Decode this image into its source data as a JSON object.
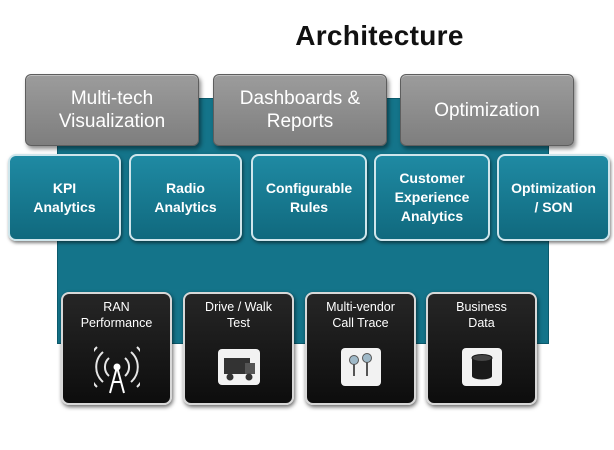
{
  "title": "Architecture",
  "top_row": [
    {
      "label": "Multi-tech\nVisualization"
    },
    {
      "label": "Dashboards &\nReports"
    },
    {
      "label": "Optimization"
    }
  ],
  "analytics_row": [
    {
      "label": "KPI\nAnalytics"
    },
    {
      "label": "Radio\nAnalytics"
    },
    {
      "label": "Configurable\nRules"
    },
    {
      "label": "Customer\nExperience\nAnalytics"
    },
    {
      "label": "Optimization\n/ SON"
    }
  ],
  "data_sources": [
    {
      "label": "RAN\nPerformance",
      "icon": "antenna-icon"
    },
    {
      "label": "Drive / Walk\nTest",
      "icon": "truck-icon"
    },
    {
      "label": "Multi-vendor\nCall Trace",
      "icon": "trace-nodes-icon"
    },
    {
      "label": "Business\nData",
      "icon": "database-icon"
    }
  ],
  "colors": {
    "teal_background": "#14748a",
    "teal_box": "#1f8aa3",
    "grey_box": "#8e8e8e",
    "dark_box": "#1a1a1a"
  }
}
